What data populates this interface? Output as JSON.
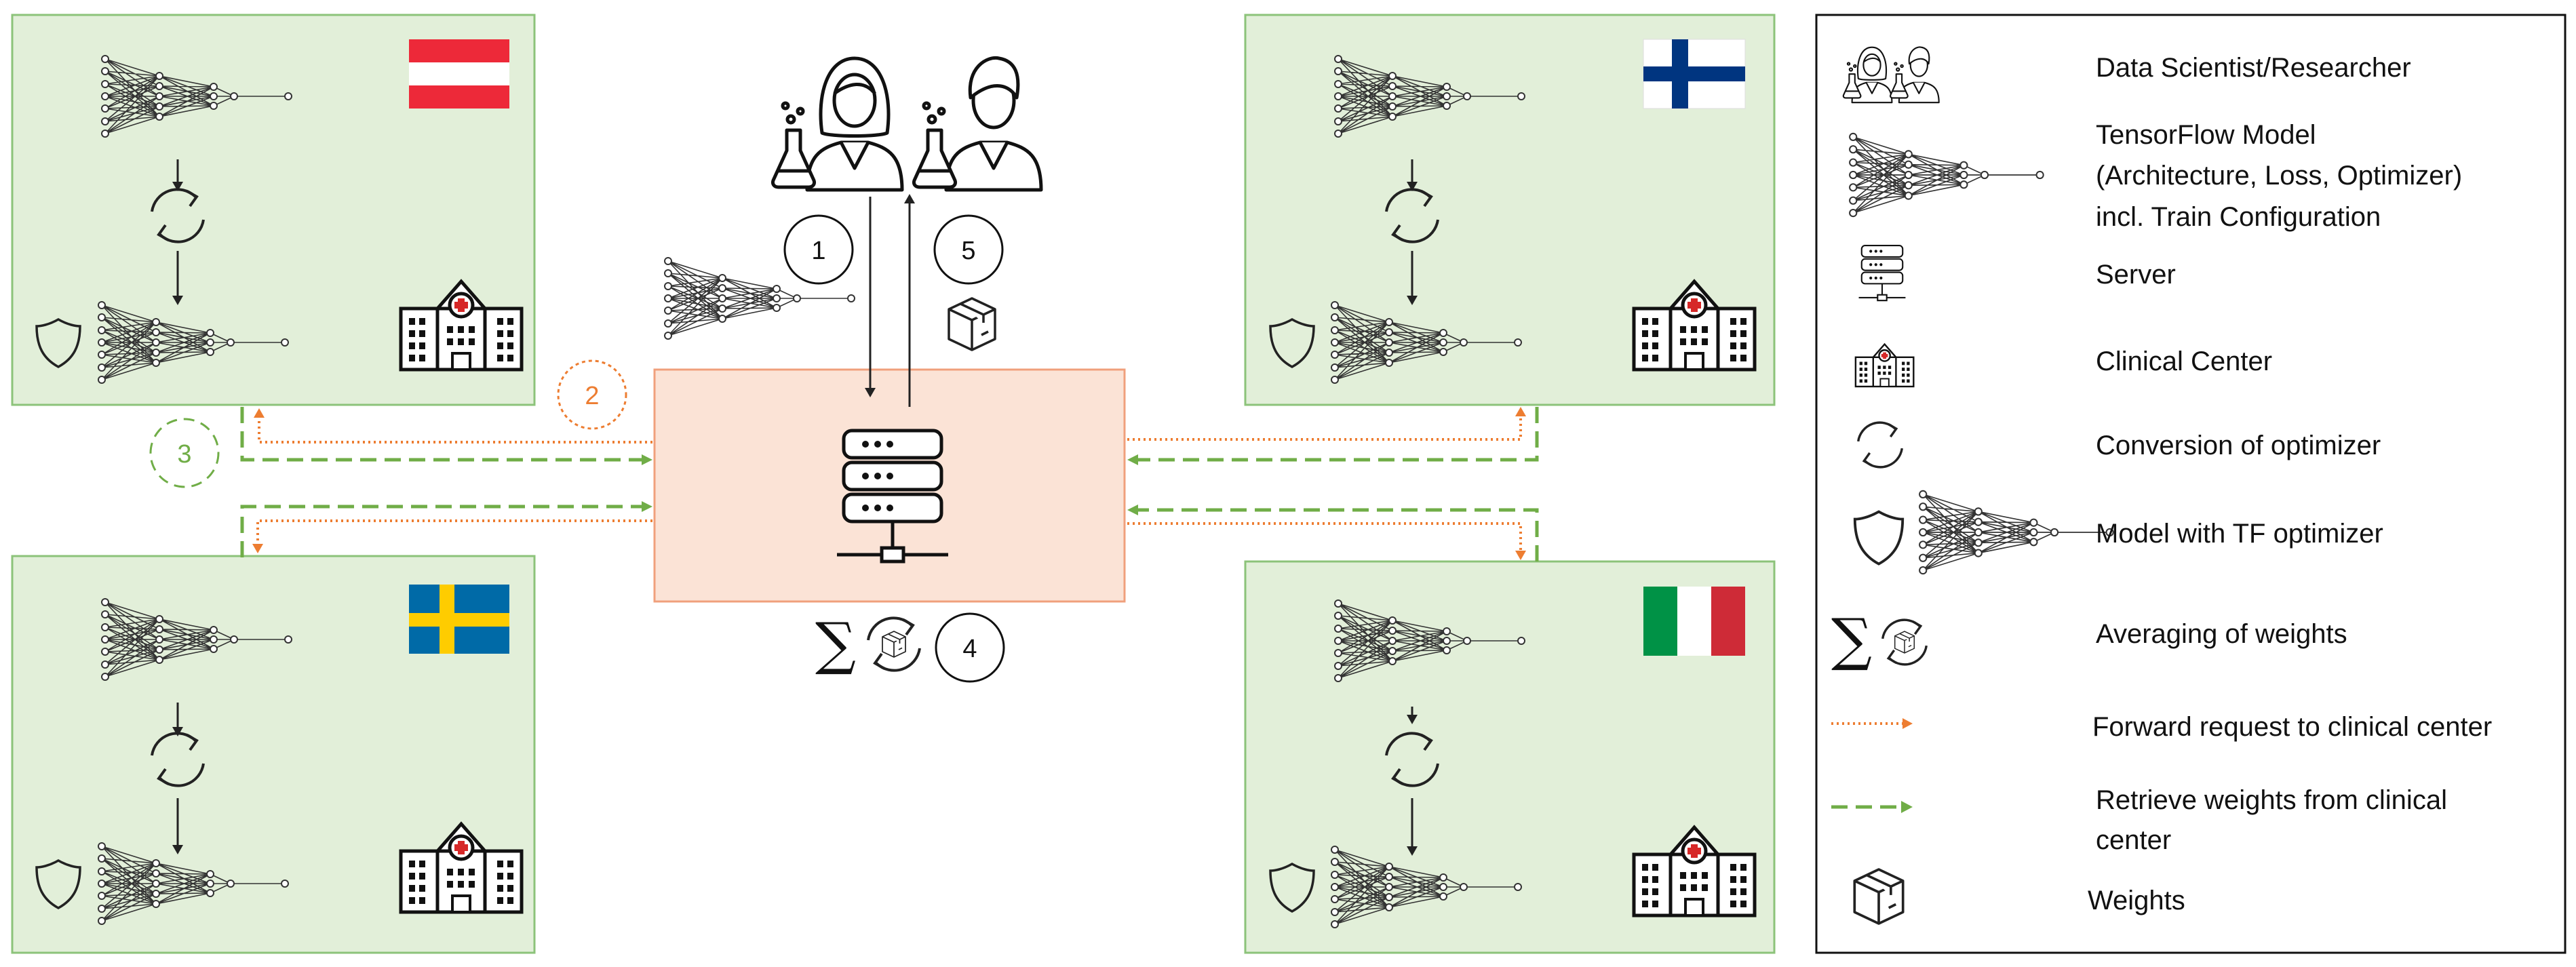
{
  "steps": {
    "s1": "1",
    "s2": "2",
    "s3": "3",
    "s4": "4",
    "s5": "5"
  },
  "legend": {
    "items": [
      {
        "icon": "researchers-icon",
        "text": [
          "Data Scientist/Researcher"
        ]
      },
      {
        "icon": "neural-network-icon",
        "text": [
          "TensorFlow Model",
          "(Architecture, Loss, Optimizer)",
          "incl. Train Configuration"
        ]
      },
      {
        "icon": "server-icon",
        "text": [
          "Server"
        ]
      },
      {
        "icon": "hospital-icon",
        "text": [
          "Clinical Center"
        ]
      },
      {
        "icon": "conversion-cycle-icon",
        "text": [
          "Conversion of optimizer"
        ]
      },
      {
        "icon": "shield-model-icon",
        "text": [
          "Model with TF optimizer"
        ]
      },
      {
        "icon": "sum-averaging-icon",
        "text": [
          "Averaging of weights"
        ]
      },
      {
        "icon": "dotted-orange-arrow-icon",
        "text": [
          "Forward request to clinical center"
        ]
      },
      {
        "icon": "dashed-green-arrow-icon",
        "text": [
          "Retrieve weights from clinical",
          "center"
        ]
      },
      {
        "icon": "weights-box-icon",
        "text": [
          "Weights"
        ]
      }
    ]
  },
  "colors": {
    "center_fill": "#e2efd9",
    "center_border": "#8cc37a",
    "server_fill": "#fbe3d6",
    "server_border": "#f0a07c",
    "request_arrow": "#ed7d31",
    "retrieve_arrow": "#70ad47",
    "line": "#222222"
  }
}
